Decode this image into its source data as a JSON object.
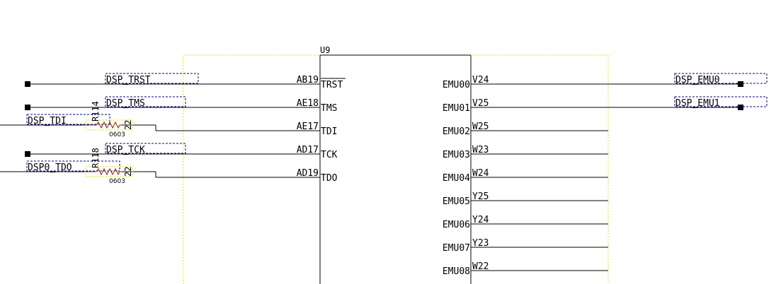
{
  "component": {
    "refdes": "U9",
    "left_pins": [
      {
        "ball": "AB19",
        "name": "TRST",
        "overbar": true
      },
      {
        "ball": "AE18",
        "name": "TMS",
        "overbar": false
      },
      {
        "ball": "AE17",
        "name": "TDI",
        "overbar": false
      },
      {
        "ball": "AD17",
        "name": "TCK",
        "overbar": false
      },
      {
        "ball": "AD19",
        "name": "TDO",
        "overbar": false
      }
    ],
    "right_pins": [
      {
        "name": "EMU00",
        "ball": "V24"
      },
      {
        "name": "EMU01",
        "ball": "V25"
      },
      {
        "name": "EMU02",
        "ball": "W25"
      },
      {
        "name": "EMU03",
        "ball": "W23"
      },
      {
        "name": "EMU04",
        "ball": "W24"
      },
      {
        "name": "EMU05",
        "ball": "Y25"
      },
      {
        "name": "EMU06",
        "ball": "Y24"
      },
      {
        "name": "EMU07",
        "ball": "Y23"
      },
      {
        "name": "EMU08",
        "ball": "W22"
      }
    ]
  },
  "nets": {
    "dsp_trst": "DSP_TRST",
    "dsp_tms": "DSP_TMS",
    "dsp_tdi": "DSP_TDI",
    "dsp_tck": "DSP_TCK",
    "dsp0_tdo": "DSP0_TDO",
    "dsp_emu0": "DSP_EMU0",
    "dsp_emu1": "DSP_EMU1"
  },
  "resistors": [
    {
      "refdes": "R114",
      "value": "22",
      "package": "0603"
    },
    {
      "refdes": "R118",
      "value": "22",
      "package": "0603"
    }
  ],
  "colors": {
    "wire": "#000000",
    "body_outline": "#e6e600",
    "net_label_box": "#00008b",
    "resistor_highlight": "#e6e600",
    "resistor_body": "#8b2500"
  }
}
